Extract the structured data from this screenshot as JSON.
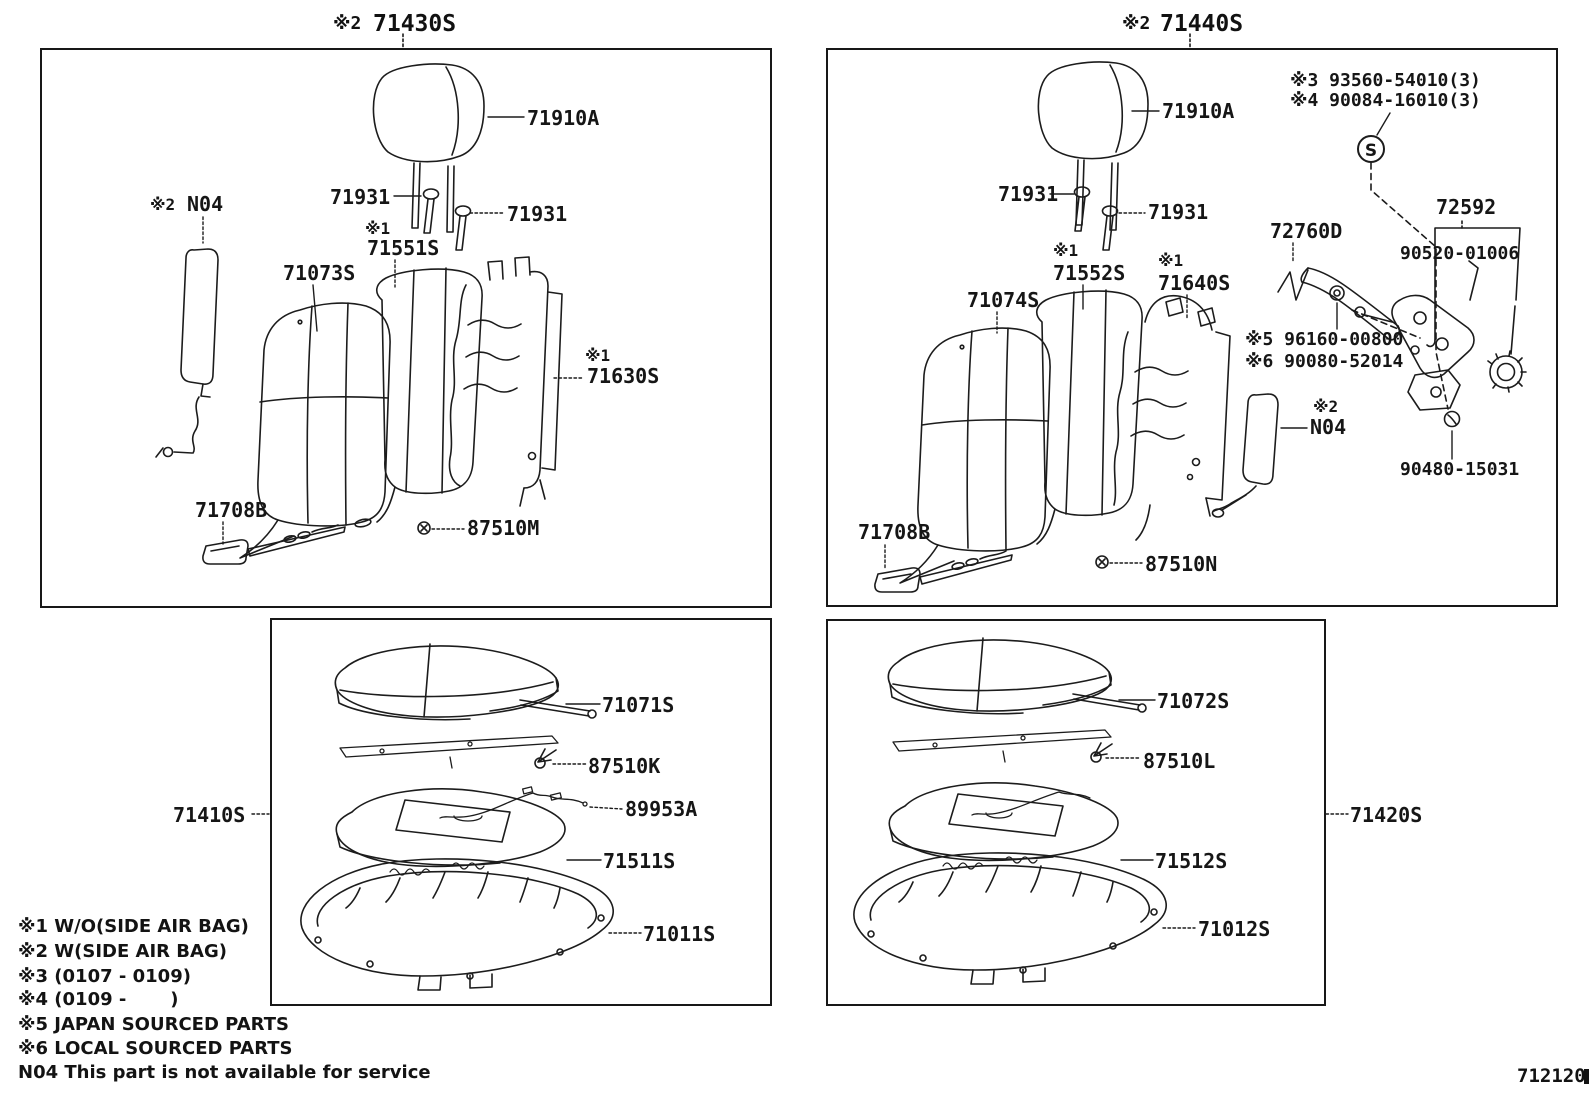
{
  "titles": {
    "left": {
      "marker": "※2",
      "number": "71430S"
    },
    "right": {
      "marker": "※2",
      "number": "71440S"
    }
  },
  "tl": {
    "headrest": "71910A",
    "pin_left": "71931",
    "pin_right": "71931",
    "n04_marker": "※2",
    "n04": "N04",
    "pad_marker": "※1",
    "pad": "71551S",
    "cover": "71073S",
    "frame_marker": "※1",
    "frame": "71630S",
    "belt": "71708B",
    "bolt": "87510M"
  },
  "tr": {
    "headrest": "71910A",
    "note3": "※3 93560-54010(3)",
    "note4": "※4 90084-16010(3)",
    "s_symbol": "S",
    "pin_left": "71931",
    "pin_right": "71931",
    "handle": "72760D",
    "cylinder_set": "72592",
    "cylinder": "90520-01006",
    "cover": "71074S",
    "pad_marker": "※1",
    "pad": "71552S",
    "frame_marker": "※1",
    "frame": "71640S",
    "note5": "※5 96160-00800",
    "note6": "※6 90080-52014",
    "n04_marker": "※2",
    "n04": "N04",
    "screw": "90480-15031",
    "belt": "71708B",
    "bolt": "87510N"
  },
  "bl": {
    "assy": "71410S",
    "cover": "71071S",
    "bolt": "87510K",
    "heater": "89953A",
    "pad": "71511S",
    "spring": "71011S"
  },
  "br": {
    "assy": "71420S",
    "cover": "71072S",
    "bolt": "87510L",
    "pad": "71512S",
    "spring": "71012S"
  },
  "legend": [
    "※1 W/O(SIDE AIR BAG)",
    "※2 W(SIDE AIR BAG)",
    "※3 (0107 - 0109)",
    "※4 (0109 -       )",
    "※5 JAPAN SOURCED PARTS",
    "※6 LOCAL SOURCED PARTS",
    "N04 This part is not available for service"
  ],
  "footer": "712120"
}
